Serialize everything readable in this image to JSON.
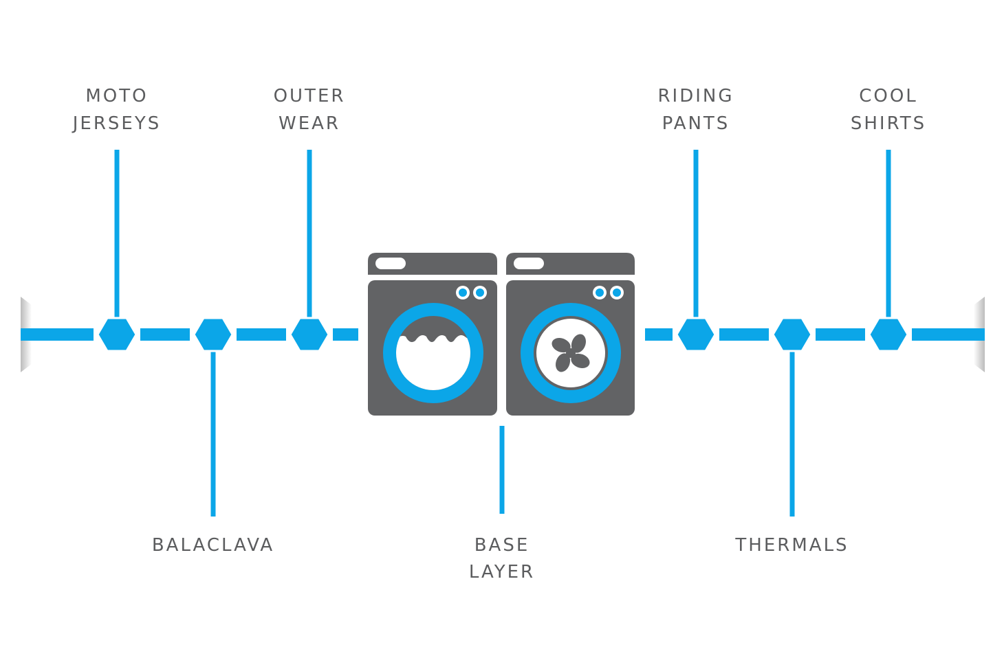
{
  "colors": {
    "accent": "#0ba6e8",
    "machine": "#626365",
    "text": "#5b5c5e"
  },
  "labels": {
    "moto_jerseys": [
      "MOTO",
      "JERSEYS"
    ],
    "outer_wear": [
      "OUTER",
      "WEAR"
    ],
    "riding_pants": [
      "RIDING",
      "PANTS"
    ],
    "cool_shirts": [
      "COOL",
      "SHIRTS"
    ],
    "balaclava": [
      "BALACLAVA"
    ],
    "base_layer": [
      "BASE",
      "LAYER"
    ],
    "thermals": [
      "THERMALS"
    ]
  },
  "icons": {
    "washer": "washing-machine-icon",
    "dryer": "dryer-icon"
  }
}
